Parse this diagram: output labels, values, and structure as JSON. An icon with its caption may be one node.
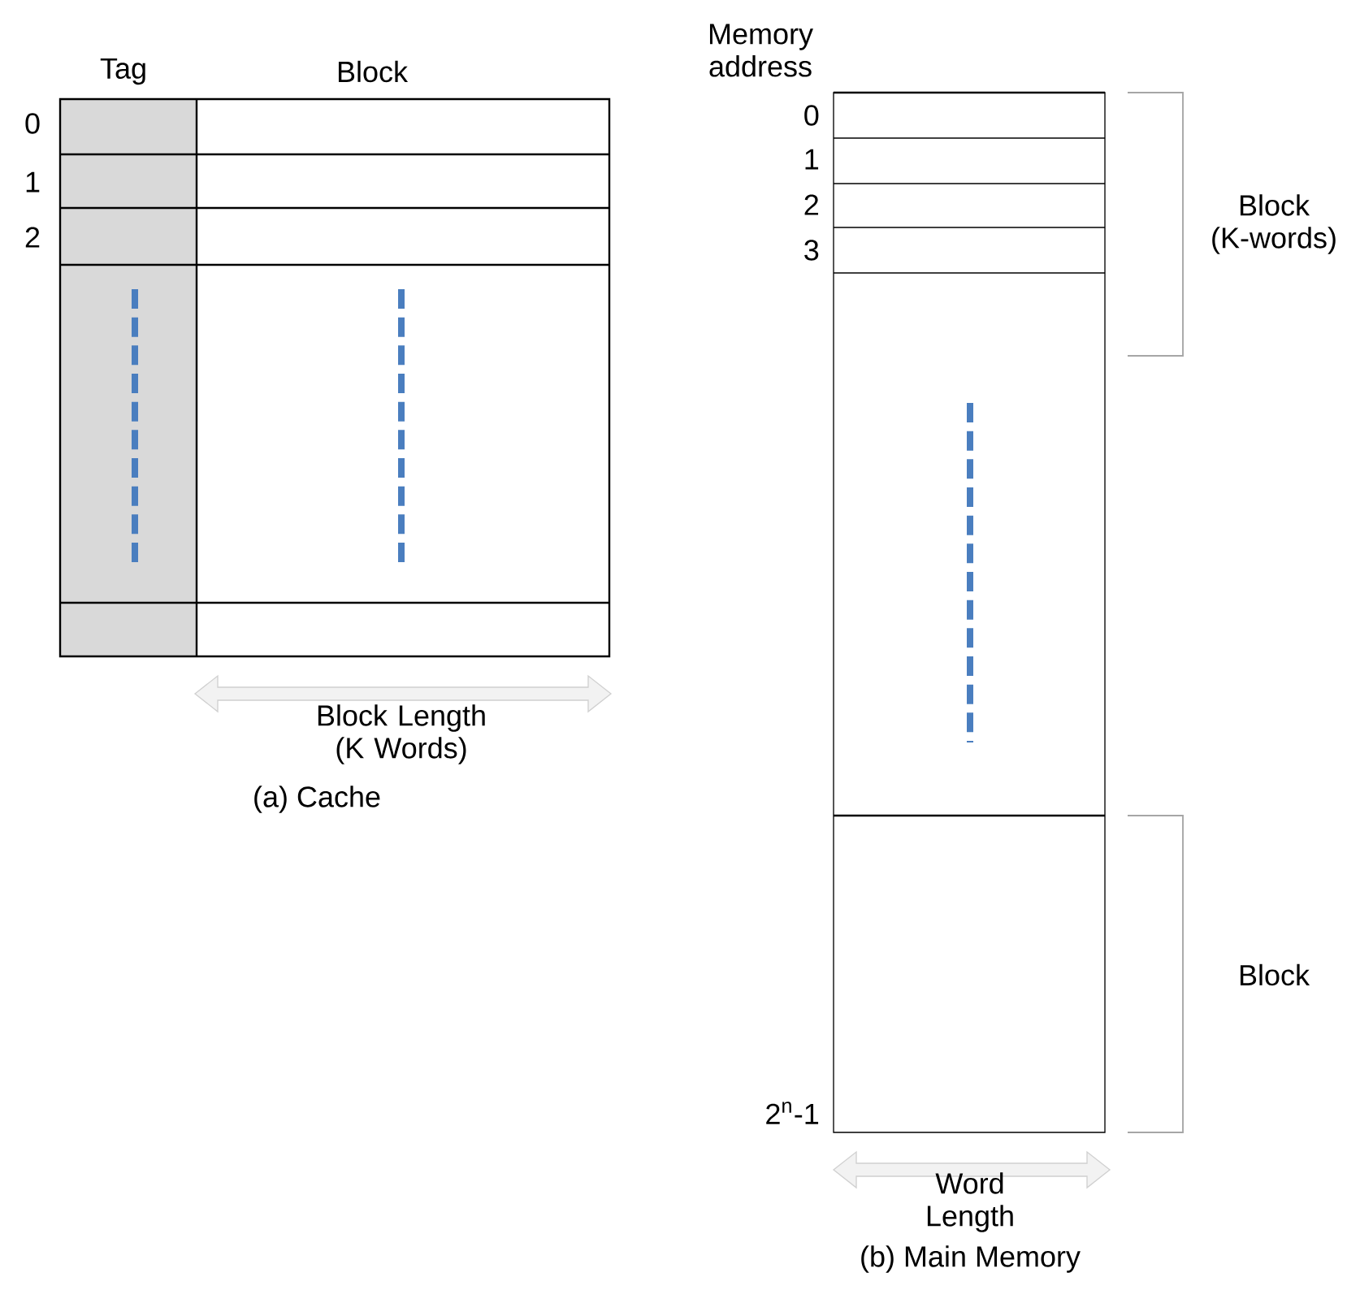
{
  "diagram": {
    "labels": [
      "Tag",
      "Block",
      "0",
      "1",
      "2",
      "Block Length (K Words)",
      "(a) Cache",
      "Memory address",
      "0",
      "1",
      "2",
      "3",
      "Block (K-words)",
      "Block",
      "2$^{n}$-1",
      "Word Length",
      "(b) Main Memory"
    ]
  }
}
